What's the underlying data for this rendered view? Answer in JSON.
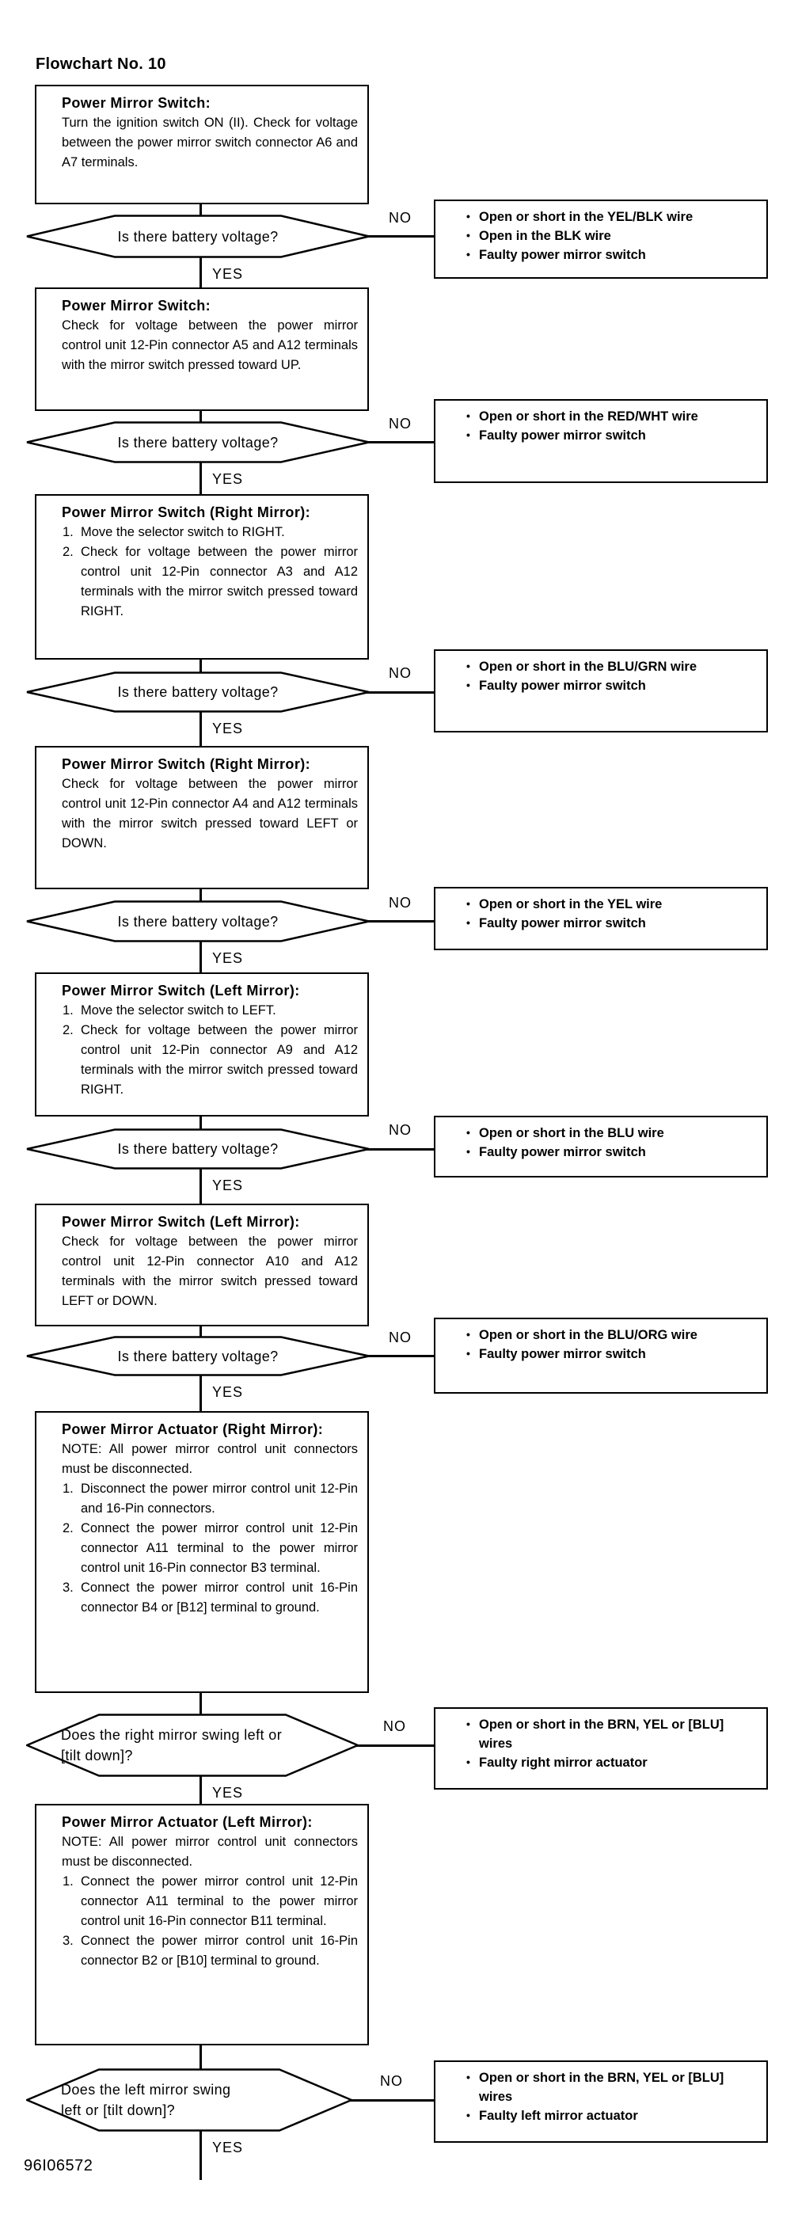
{
  "page": {
    "title": "Flowchart No. 10",
    "footer_code": "96I06572"
  },
  "labels": {
    "yes": "YES",
    "no": "NO",
    "bullet": "•"
  },
  "steps": [
    {
      "box": {
        "heading": "Power Mirror Switch:",
        "body": [
          {
            "prefix": "",
            "text": "Turn the ignition switch ON (II). Check for voltage between the power mirror switch connector A6 and A7 terminals."
          }
        ]
      },
      "question": "Is there battery voltage?",
      "no_causes": [
        "Open or short in the YEL/BLK wire",
        "Open in the BLK wire",
        "Faulty power mirror switch"
      ]
    },
    {
      "box": {
        "heading": "Power Mirror Switch:",
        "body": [
          {
            "prefix": "",
            "text": "Check for voltage between the power mirror control unit 12-Pin connector A5 and A12 terminals with the mirror switch pressed toward UP."
          }
        ]
      },
      "question": "Is there battery voltage?",
      "no_causes": [
        "Open or short in the RED/WHT wire",
        "Faulty power mirror switch"
      ]
    },
    {
      "box": {
        "heading": "Power Mirror Switch (Right Mirror):",
        "body": [
          {
            "prefix": "1.",
            "text": "Move the selector switch to RIGHT."
          },
          {
            "prefix": "2.",
            "text": "Check for voltage between the power mirror control unit 12-Pin connector A3 and A12 terminals with the mirror switch pressed toward RIGHT."
          }
        ]
      },
      "question": "Is there battery voltage?",
      "no_causes": [
        "Open or short in the BLU/GRN wire",
        "Faulty power mirror switch"
      ]
    },
    {
      "box": {
        "heading": "Power Mirror Switch (Right Mirror):",
        "body": [
          {
            "prefix": "",
            "text": "Check for voltage between the power mirror control unit 12-Pin connector A4 and A12 terminals with the mirror switch pressed toward LEFT or DOWN."
          }
        ]
      },
      "question": "Is there battery voltage?",
      "no_causes": [
        "Open or short in the YEL wire",
        "Faulty power mirror switch"
      ]
    },
    {
      "box": {
        "heading": "Power Mirror Switch (Left Mirror):",
        "body": [
          {
            "prefix": "1.",
            "text": "Move the selector switch to LEFT."
          },
          {
            "prefix": "2.",
            "text": "Check for voltage between the power mirror control unit 12-Pin connector A9 and A12 terminals with the mirror switch pressed toward RIGHT."
          }
        ]
      },
      "question": "Is there battery voltage?",
      "no_causes": [
        "Open or short in the BLU wire",
        "Faulty power mirror switch"
      ]
    },
    {
      "box": {
        "heading": "Power Mirror Switch (Left Mirror):",
        "body": [
          {
            "prefix": "",
            "text": "Check for voltage between the power mirror control unit 12-Pin connector A10 and A12 terminals with the mirror switch pressed toward LEFT or DOWN."
          }
        ]
      },
      "question": "Is there battery voltage?",
      "no_causes": [
        "Open or short in the BLU/ORG wire",
        "Faulty power mirror switch"
      ]
    },
    {
      "box": {
        "heading": "Power Mirror Actuator (Right Mirror):",
        "body": [
          {
            "prefix": "",
            "text": "NOTE: All power mirror control unit connectors must be disconnected."
          },
          {
            "prefix": "1.",
            "text": "Disconnect the power mirror control unit 12-Pin and 16-Pin connectors."
          },
          {
            "prefix": "2.",
            "text": "Connect the power mirror control unit 12-Pin connector A11 terminal to the power mirror control unit 16-Pin connector B3 terminal."
          },
          {
            "prefix": "3.",
            "text": "Connect the power mirror control unit 16-Pin connector B4 or [B12] terminal to ground."
          }
        ]
      },
      "question": "Does the right mirror swing left or [tilt down]?",
      "no_causes": [
        "Open or short in the BRN, YEL or [BLU] wires",
        "Faulty right mirror actuator"
      ]
    },
    {
      "box": {
        "heading": "Power Mirror Actuator (Left Mirror):",
        "body": [
          {
            "prefix": "",
            "text": "NOTE: All power mirror control unit connectors must be disconnected."
          },
          {
            "prefix": "1.",
            "text": "Connect the power mirror control unit 12-Pin connector A11 terminal to the power mirror control unit 16-Pin connector B11 terminal."
          },
          {
            "prefix": "3.",
            "text": "Connect the power mirror control unit 16-Pin connector B2 or [B10] terminal to ground."
          }
        ]
      },
      "question": "Does the left mirror swing left or [tilt down]?",
      "no_causes": [
        "Open or short in the BRN, YEL or [BLU] wires",
        "Faulty left mirror actuator"
      ]
    }
  ]
}
